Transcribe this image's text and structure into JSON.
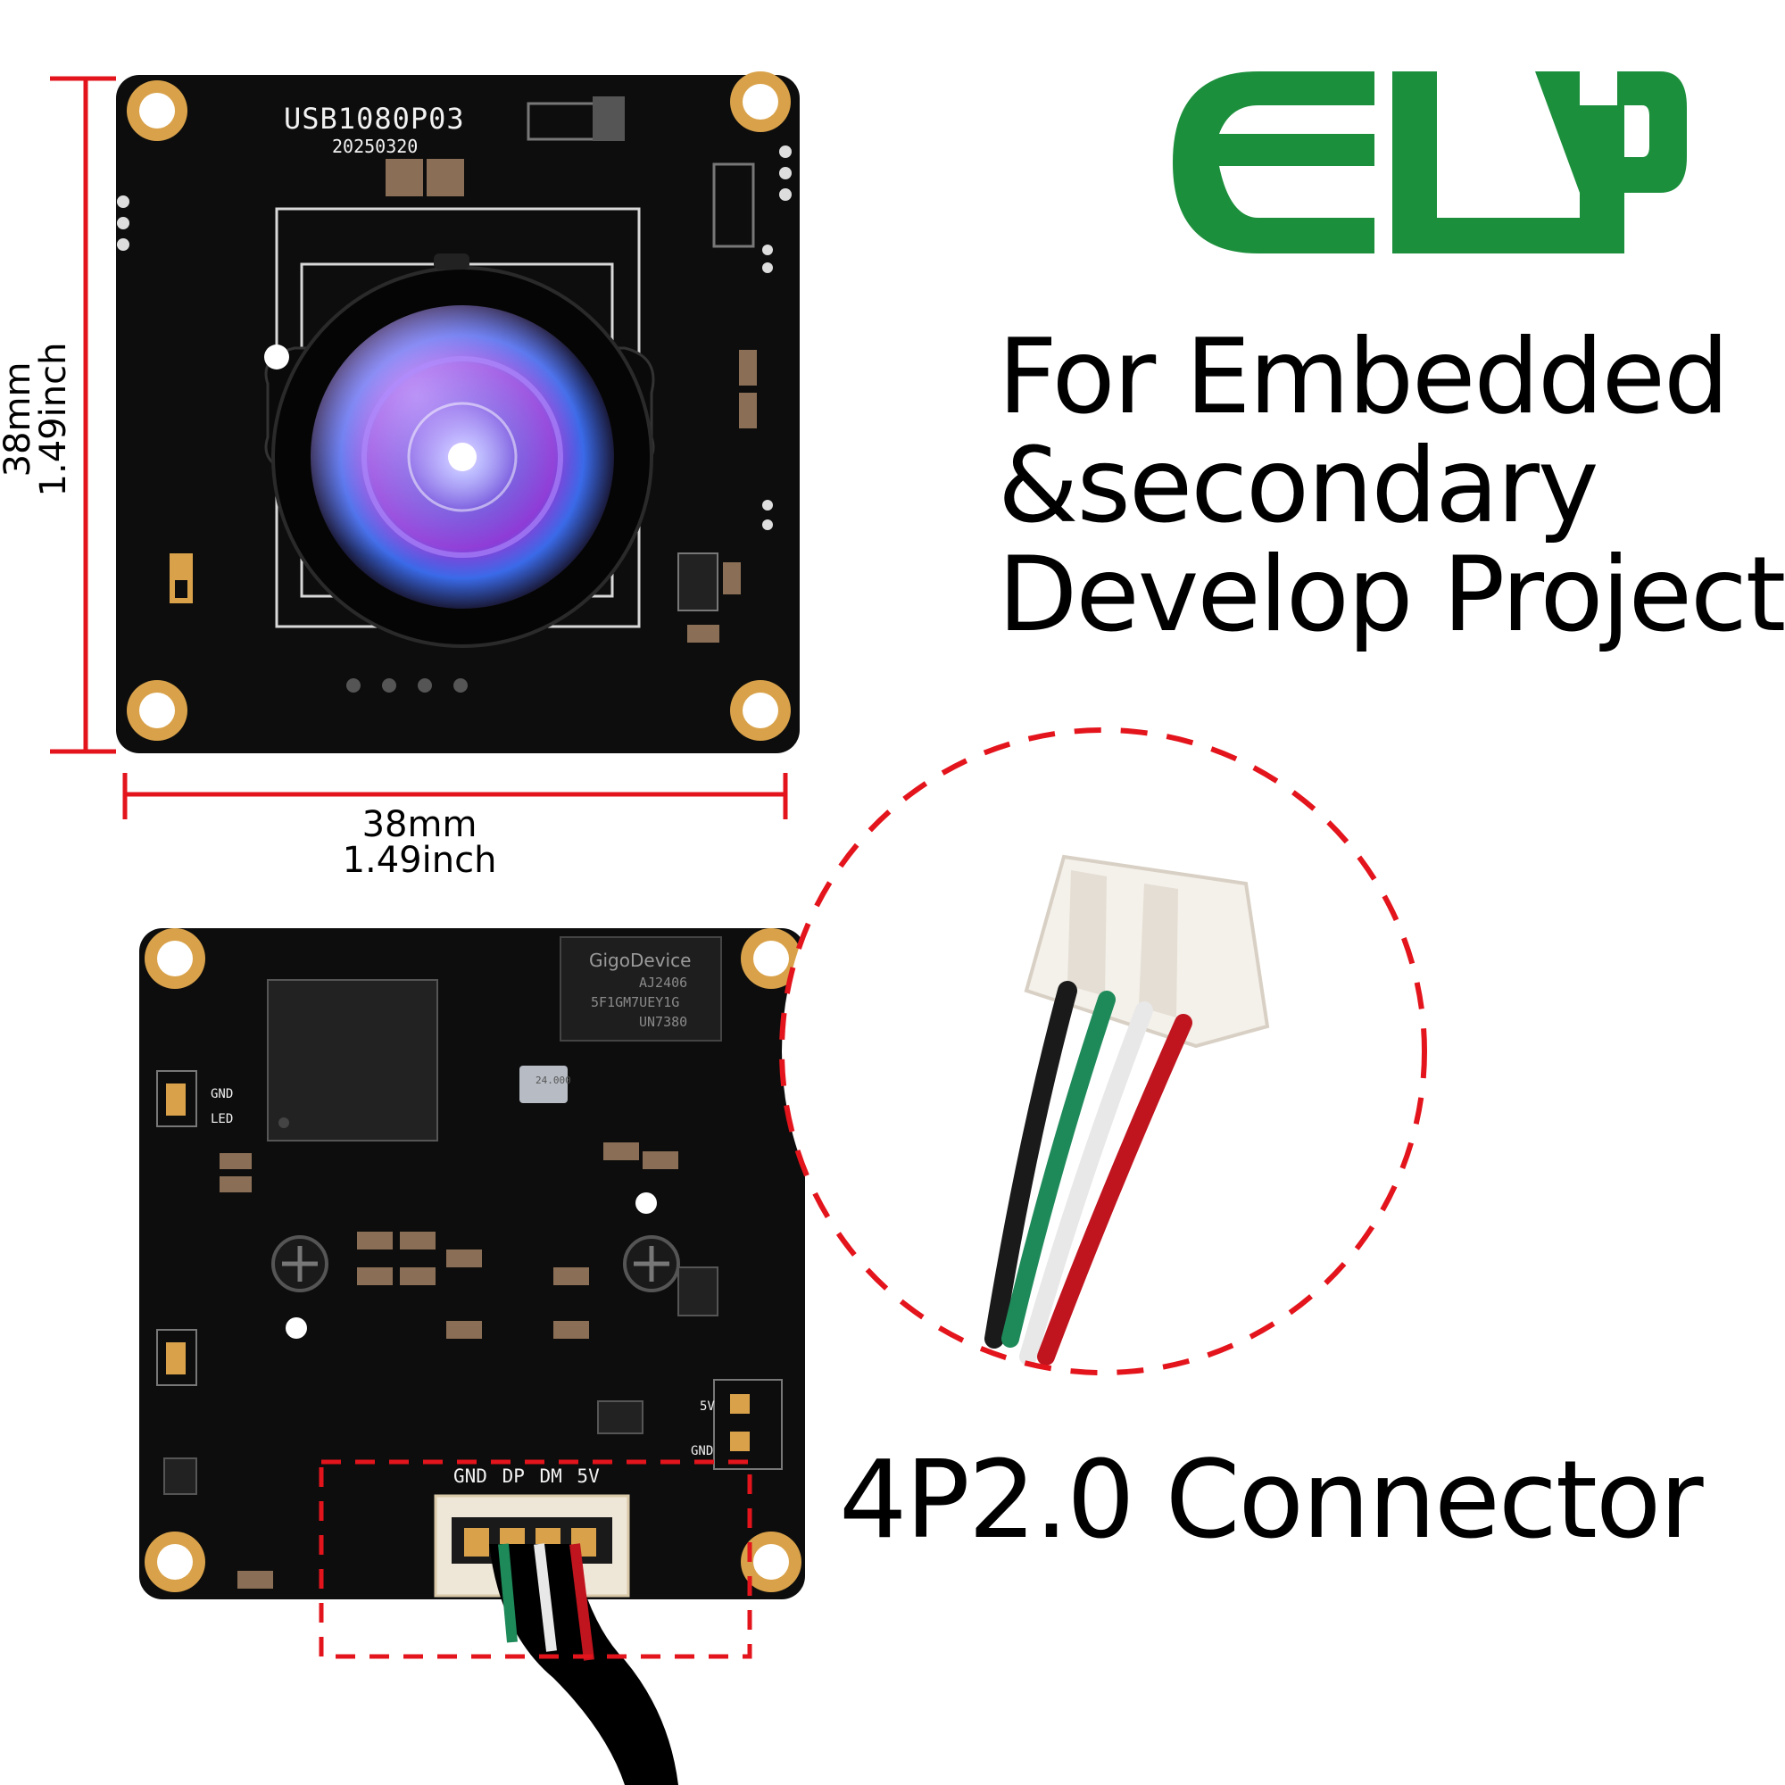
{
  "board": {
    "model": "USB1080P03",
    "date": "20250320"
  },
  "dimensions": {
    "width_mm": "38mm",
    "width_in": "1.49inch",
    "height_mm": "38mm",
    "height_in": "1.49inch"
  },
  "logo": {
    "text": "ELP",
    "color": "#1c8f3c"
  },
  "headline": {
    "line1": "For Embedded",
    "line2": "&secondary",
    "line3": "Develop Project"
  },
  "connector": {
    "label": "4P2.0 Connector",
    "pin_labels": "GND DP DM 5V",
    "wire_colors": [
      "#1a1a1a",
      "#1e8a5a",
      "#e8e8e8",
      "#c0141e"
    ]
  },
  "back_board": {
    "chip_brand": "GigoDevice",
    "chip_line1": "AJ2406",
    "chip_line2": "5F1GM7UEY1G",
    "chip_line3": "UN7380",
    "crystal": "24.000",
    "silk_gnd": "GND",
    "silk_led": "LED",
    "silk_5v": "5V",
    "silk_gnd2": "GND"
  },
  "colors": {
    "dimension_line": "#e3141c",
    "pcb": "#0d0d0d",
    "pad_gold": "#d9a24a"
  }
}
